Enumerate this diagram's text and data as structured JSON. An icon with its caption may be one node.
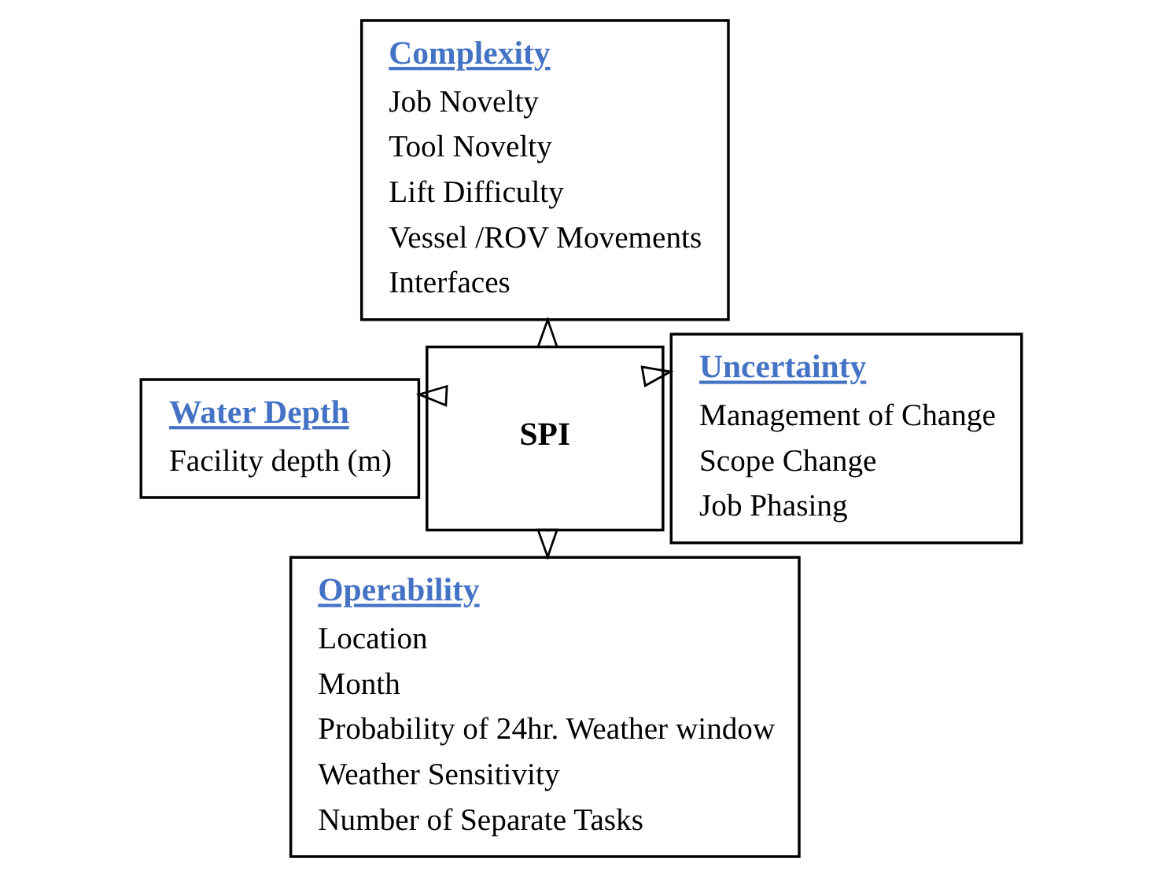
{
  "diagram": {
    "nodes": [
      {
        "text": [
          "Complexity",
          "Job Novelty",
          "Tool Novelty",
          "Lift Difficulty",
          "Vessel /ROV Movements",
          "Interfaces"
        ]
      },
      {
        "text": [
          "Water Depth",
          "Facility depth (m)"
        ]
      },
      {
        "text": [
          "SPI"
        ]
      },
      {
        "text": [
          "Uncertainty",
          "Management of Change",
          "Scope Change",
          "Job Phasing"
        ]
      },
      {
        "text": [
          "Operability",
          "Location",
          "Month",
          "Probability of 24hr. Weather window",
          "Weather Sensitivity",
          "Number of Separate Tasks"
        ]
      }
    ],
    "edges": [
      {
        "from": 2,
        "to": 0,
        "arrow": "to"
      },
      {
        "from": 2,
        "to": 1,
        "arrow": "to"
      },
      {
        "from": 2,
        "to": 3,
        "arrow": "to"
      },
      {
        "from": 2,
        "to": 4,
        "arrow": "to"
      }
    ]
  }
}
